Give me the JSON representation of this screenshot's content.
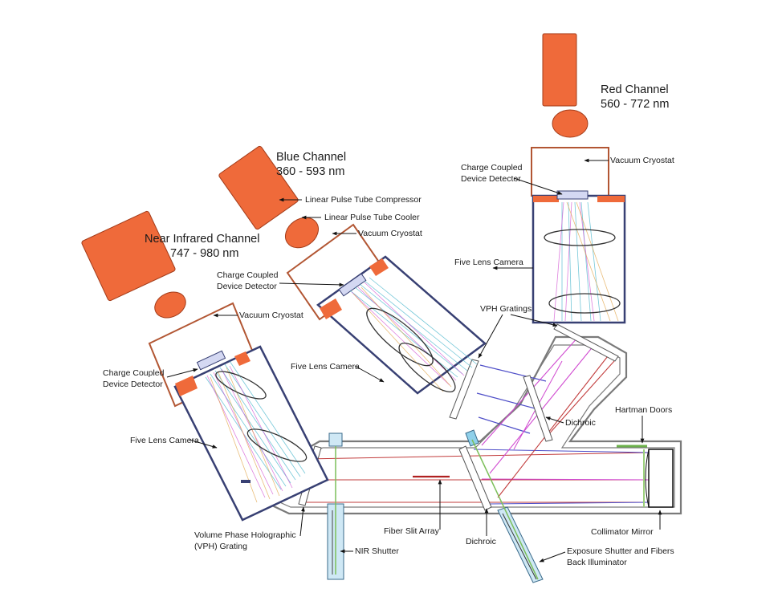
{
  "channels": {
    "red": {
      "title": "Red Channel",
      "range": "560 - 772 nm"
    },
    "blue": {
      "title": "Blue Channel",
      "range": "360 - 593 nm"
    },
    "nir": {
      "title": "Near Infrared Channel",
      "range": "747 - 980 nm"
    }
  },
  "labels": {
    "red_cryostat": "Vacuum Cryostat",
    "red_ccd_1": "Charge Coupled",
    "red_ccd_2": "Device Detector",
    "red_camera": "Five Lens Camera",
    "vph_gratings": "VPH Gratings",
    "blue_compressor": "Linear Pulse Tube Compressor",
    "blue_cooler": "Linear Pulse Tube Cooler",
    "blue_cryostat": "Vacuum Cryostat",
    "blue_ccd_1": "Charge Coupled",
    "blue_ccd_2": "Device Detector",
    "blue_camera": "Five Lens Camera",
    "nir_cryostat": "Vacuum Cryostat",
    "nir_ccd_1": "Charge Coupled",
    "nir_ccd_2": "Device Detector",
    "nir_camera": "Five Lens Camera",
    "dichroic_upper": "Dichroic",
    "hartman_doors": "Hartman Doors",
    "vph_grating_1": "Volume Phase Holographic",
    "vph_grating_2": "(VPH) Grating",
    "fiber_slit": "Fiber Slit Array",
    "dichroic_lower": "Dichroic",
    "collimator": "Collimator Mirror",
    "nir_shutter": "NIR Shutter",
    "exposure_1": "Exposure Shutter and Fibers",
    "exposure_2": "Back Illuminator"
  },
  "colors": {
    "component": "#ef6a3a",
    "camera_body": "#384073",
    "cryostat": "#b25633",
    "bench": "#7a7a7a",
    "beam_red": "#c23c3c",
    "beam_blue": "#4e4ec8",
    "beam_magenta": "#d04ad0",
    "beam_green": "#7cbf5a"
  }
}
